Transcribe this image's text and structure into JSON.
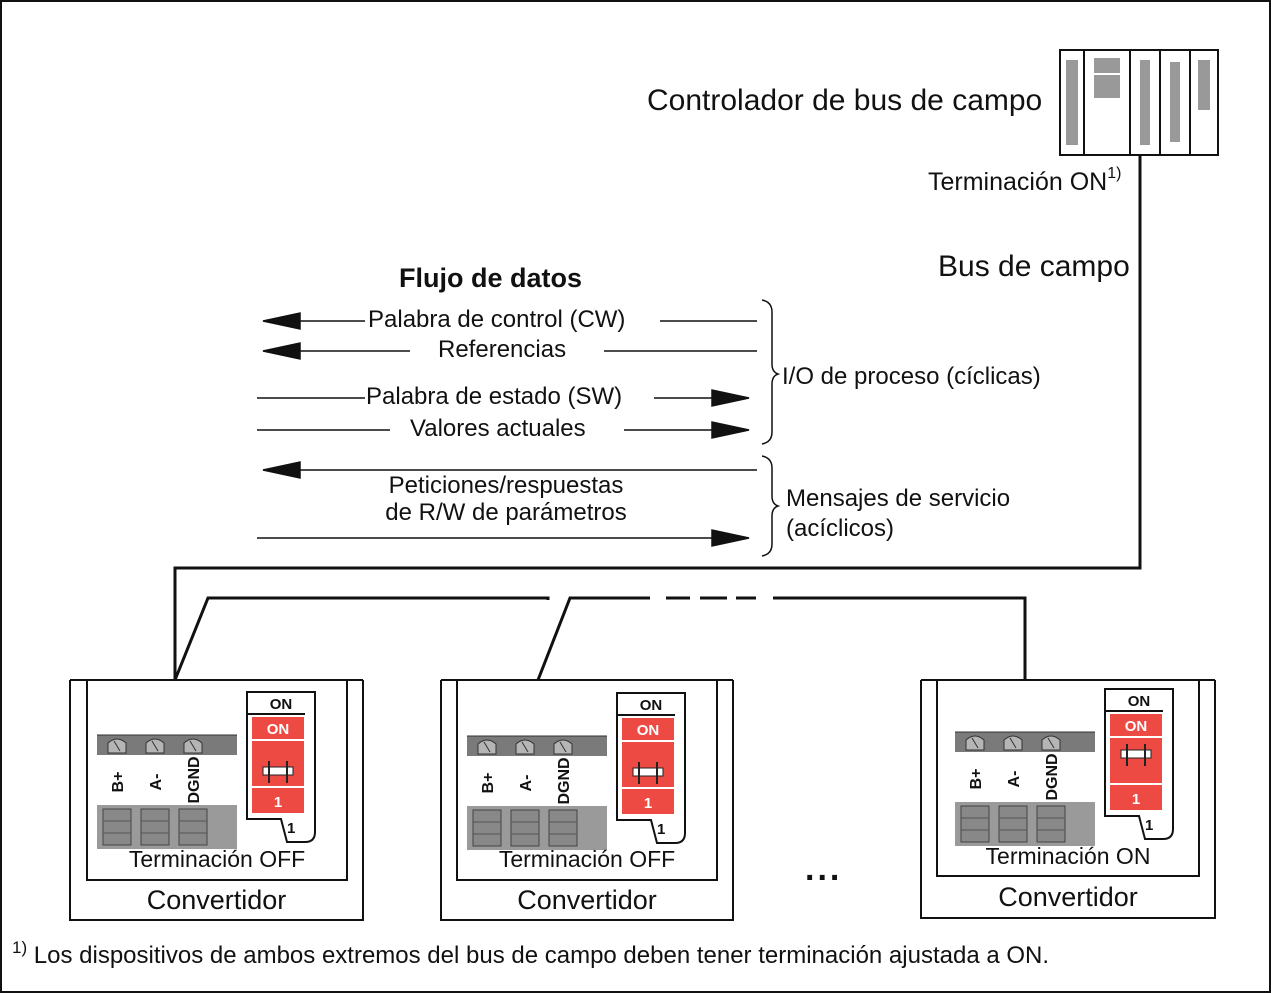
{
  "controller": {
    "title": "Controlador de bus de campo",
    "termination": "Terminación ON",
    "termination_sup": "1)"
  },
  "bus": {
    "label": "Bus de campo"
  },
  "dataflow": {
    "title": "Flujo de datos",
    "control_word": "Palabra de control (CW)",
    "references": "Referencias",
    "status_word": "Palabra de estado (SW)",
    "actual_values": "Valores actuales",
    "param_line1": "Peticiones/respuestas",
    "param_line2": "de R/W de parámetros",
    "process_io": "I/O de proceso (cíclicas)",
    "service_line1": "Mensajes de servicio",
    "service_line2": "(acíclicos)"
  },
  "drives": [
    {
      "termination": "Terminación OFF",
      "name": "Convertidor"
    },
    {
      "termination": "Terminación OFF",
      "name": "Convertidor"
    },
    {
      "termination": "Terminación ON",
      "name": "Convertidor"
    }
  ],
  "connector": {
    "pin_b": "B+",
    "pin_a": "A-",
    "pin_dgnd": "DGND",
    "switch_on_outer": "ON",
    "switch_on_inner": "ON",
    "switch_one": "1",
    "switch_one_outer": "1"
  },
  "ellipsis": "...",
  "footnote": {
    "sup": "1)",
    "text": " Los dispositivos de ambos extremos del bus de campo deben tener terminación ajustada a ON."
  },
  "colors": {
    "switch_red": "#ee4a44",
    "terminal_dark": "#7a7a7a",
    "terminal_mid": "#9a9a9a",
    "line": "#111111"
  }
}
